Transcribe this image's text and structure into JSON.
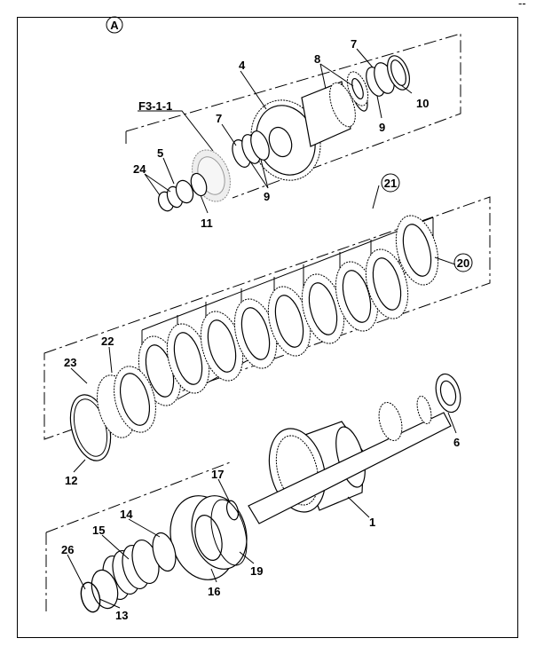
{
  "diagram": {
    "corner_marks": "‐‐",
    "ref_circle_a": "A",
    "ref_f3": "F3-1-1",
    "labels": {
      "l1": "1",
      "l4": "4",
      "l5": "5",
      "l6": "6",
      "l7a": "7",
      "l7b": "7",
      "l8": "8",
      "l9a": "9",
      "l9b": "9",
      "l10": "10",
      "l11": "11",
      "l12": "12",
      "l13": "13",
      "l14": "14",
      "l15": "15",
      "l16": "16",
      "l17": "17",
      "l19": "19",
      "l20": "20",
      "l21": "21",
      "l22": "22",
      "l23": "23",
      "l24": "24",
      "l26": "26"
    }
  }
}
